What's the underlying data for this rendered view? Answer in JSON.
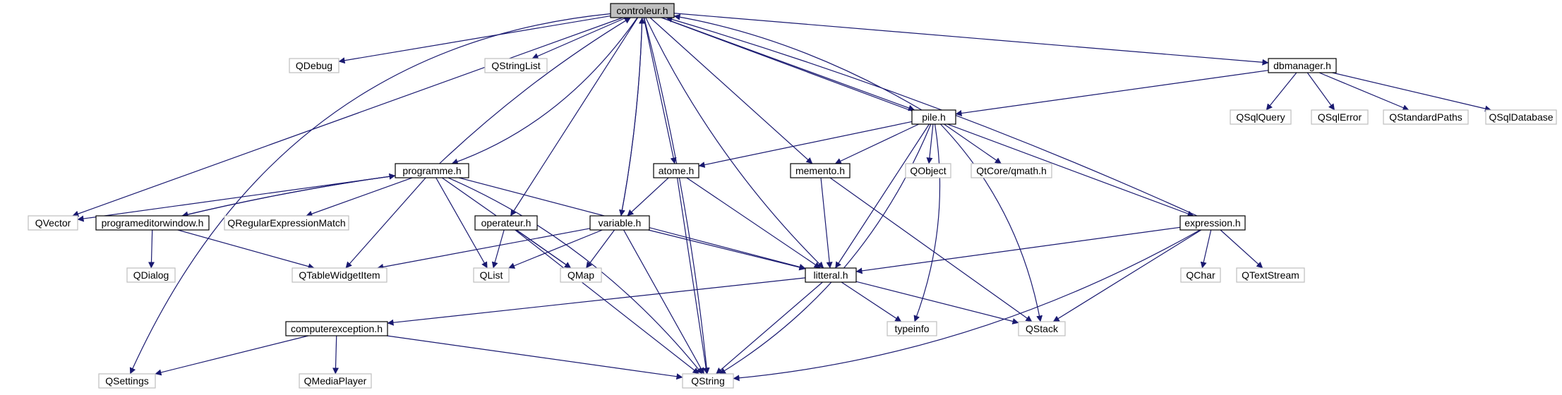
{
  "colors": {
    "edge": "#191970",
    "node_border_main": "#000000",
    "node_border_external": "#bfbfbf",
    "node_fill_selected": "#bfbfbf",
    "node_fill": "#ffffff",
    "node_text": "#000000"
  },
  "nodes": [
    {
      "id": "controleur",
      "label": "controleur.h",
      "kind": "selected"
    },
    {
      "id": "qdebug",
      "label": "QDebug",
      "kind": "external"
    },
    {
      "id": "qstringlist",
      "label": "QStringList",
      "kind": "external"
    },
    {
      "id": "dbmanager",
      "label": "dbmanager.h",
      "kind": "header"
    },
    {
      "id": "pile",
      "label": "pile.h",
      "kind": "header"
    },
    {
      "id": "qsqlquery",
      "label": "QSqlQuery",
      "kind": "external"
    },
    {
      "id": "qsqlerror",
      "label": "QSqlError",
      "kind": "external"
    },
    {
      "id": "qstandardpaths",
      "label": "QStandardPaths",
      "kind": "external"
    },
    {
      "id": "qsqldatabase",
      "label": "QSqlDatabase",
      "kind": "external"
    },
    {
      "id": "programme",
      "label": "programme.h",
      "kind": "header"
    },
    {
      "id": "atome",
      "label": "atome.h",
      "kind": "header"
    },
    {
      "id": "memento",
      "label": "memento.h",
      "kind": "header"
    },
    {
      "id": "qobject",
      "label": "QObject",
      "kind": "external"
    },
    {
      "id": "qmath",
      "label": "QtCore/qmath.h",
      "kind": "external"
    },
    {
      "id": "qvector",
      "label": "QVector",
      "kind": "external"
    },
    {
      "id": "programeditorwindow",
      "label": "programeditorwindow.h",
      "kind": "header"
    },
    {
      "id": "qregexp",
      "label": "QRegularExpressionMatch",
      "kind": "external"
    },
    {
      "id": "operateur",
      "label": "operateur.h",
      "kind": "header"
    },
    {
      "id": "variable",
      "label": "variable.h",
      "kind": "header"
    },
    {
      "id": "expression",
      "label": "expression.h",
      "kind": "header"
    },
    {
      "id": "qdialog",
      "label": "QDialog",
      "kind": "external"
    },
    {
      "id": "qtablewidgetitem",
      "label": "QTableWidgetItem",
      "kind": "external"
    },
    {
      "id": "qlist",
      "label": "QList",
      "kind": "external"
    },
    {
      "id": "qmap",
      "label": "QMap",
      "kind": "external"
    },
    {
      "id": "litteral",
      "label": "litteral.h",
      "kind": "header"
    },
    {
      "id": "qchar",
      "label": "QChar",
      "kind": "external"
    },
    {
      "id": "qtextstream",
      "label": "QTextStream",
      "kind": "external"
    },
    {
      "id": "computerexception",
      "label": "computerexception.h",
      "kind": "header"
    },
    {
      "id": "typeinfo",
      "label": "typeinfo",
      "kind": "external"
    },
    {
      "id": "qstack",
      "label": "QStack",
      "kind": "external"
    },
    {
      "id": "qsettings",
      "label": "QSettings",
      "kind": "external"
    },
    {
      "id": "qmediaplayer",
      "label": "QMediaPlayer",
      "kind": "external"
    },
    {
      "id": "qstring",
      "label": "QString",
      "kind": "external"
    }
  ],
  "edges": [
    [
      "controleur",
      "qdebug"
    ],
    [
      "controleur",
      "qstringlist"
    ],
    [
      "controleur",
      "dbmanager"
    ],
    [
      "controleur",
      "pile"
    ],
    [
      "controleur",
      "programme"
    ],
    [
      "controleur",
      "atome"
    ],
    [
      "controleur",
      "memento"
    ],
    [
      "controleur",
      "qvector"
    ],
    [
      "controleur",
      "operateur"
    ],
    [
      "controleur",
      "variable"
    ],
    [
      "controleur",
      "expression"
    ],
    [
      "controleur",
      "litteral"
    ],
    [
      "controleur",
      "qstring"
    ],
    [
      "controleur",
      "qsettings"
    ],
    [
      "dbmanager",
      "pile"
    ],
    [
      "dbmanager",
      "qsqlquery"
    ],
    [
      "dbmanager",
      "qsqlerror"
    ],
    [
      "dbmanager",
      "qstandardpaths"
    ],
    [
      "dbmanager",
      "qsqldatabase"
    ],
    [
      "pile",
      "controleur"
    ],
    [
      "pile",
      "atome"
    ],
    [
      "pile",
      "memento"
    ],
    [
      "pile",
      "qobject"
    ],
    [
      "pile",
      "qmath"
    ],
    [
      "pile",
      "litteral"
    ],
    [
      "pile",
      "typeinfo"
    ],
    [
      "pile",
      "qstack"
    ],
    [
      "pile",
      "qstring"
    ],
    [
      "programme",
      "controleur"
    ],
    [
      "programme",
      "qvector"
    ],
    [
      "programme",
      "programeditorwindow"
    ],
    [
      "programme",
      "qregexp"
    ],
    [
      "programme",
      "qtablewidgetitem"
    ],
    [
      "programme",
      "qlist"
    ],
    [
      "programme",
      "qmap"
    ],
    [
      "programme",
      "litteral"
    ],
    [
      "programme",
      "qstring"
    ],
    [
      "programeditorwindow",
      "programme"
    ],
    [
      "programeditorwindow",
      "qdialog"
    ],
    [
      "programeditorwindow",
      "qtablewidgetitem"
    ],
    [
      "atome",
      "variable"
    ],
    [
      "atome",
      "litteral"
    ],
    [
      "atome",
      "qstring"
    ],
    [
      "memento",
      "litteral"
    ],
    [
      "memento",
      "qstack"
    ],
    [
      "operateur",
      "qlist"
    ],
    [
      "operateur",
      "qmap"
    ],
    [
      "operateur",
      "qstring"
    ],
    [
      "variable",
      "controleur"
    ],
    [
      "variable",
      "qtablewidgetitem"
    ],
    [
      "variable",
      "qlist"
    ],
    [
      "variable",
      "qmap"
    ],
    [
      "variable",
      "litteral"
    ],
    [
      "variable",
      "qstring"
    ],
    [
      "expression",
      "controleur"
    ],
    [
      "expression",
      "litteral"
    ],
    [
      "expression",
      "qchar"
    ],
    [
      "expression",
      "qtextstream"
    ],
    [
      "expression",
      "qstack"
    ],
    [
      "expression",
      "qstring"
    ],
    [
      "litteral",
      "computerexception"
    ],
    [
      "litteral",
      "typeinfo"
    ],
    [
      "litteral",
      "qstack"
    ],
    [
      "litteral",
      "qstring"
    ],
    [
      "computerexception",
      "qsettings"
    ],
    [
      "computerexception",
      "qmediaplayer"
    ],
    [
      "computerexception",
      "qstring"
    ]
  ]
}
